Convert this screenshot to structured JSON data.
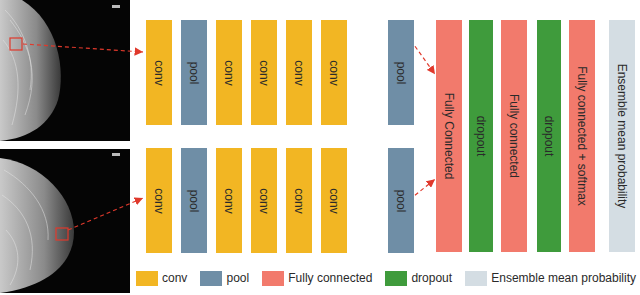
{
  "diagram": {
    "nodes": [
      {
        "text": [
          "conv"
        ]
      },
      {
        "text": [
          "pool"
        ]
      },
      {
        "text": [
          "conv"
        ]
      },
      {
        "text": [
          "conv"
        ]
      },
      {
        "text": [
          "conv"
        ]
      },
      {
        "text": [
          "conv"
        ]
      },
      {
        "text": [
          "pool"
        ]
      },
      {
        "text": [
          "conv"
        ]
      },
      {
        "text": [
          "pool"
        ]
      },
      {
        "text": [
          "conv"
        ]
      },
      {
        "text": [
          "conv"
        ]
      },
      {
        "text": [
          "conv"
        ]
      },
      {
        "text": [
          "conv"
        ]
      },
      {
        "text": [
          "pool"
        ]
      },
      {
        "text": [
          "Fully Connected"
        ]
      },
      {
        "text": [
          "dropout"
        ]
      },
      {
        "text": [
          "Fully connected"
        ]
      },
      {
        "text": [
          "dropout"
        ]
      },
      {
        "text": [
          "Fully connected + softmax"
        ]
      },
      {
        "text": [
          "Ensemble mean probability"
        ]
      }
    ],
    "edges": [
      {
        "from": 6,
        "to": 14,
        "arrow": "to"
      },
      {
        "from": 13,
        "to": 14,
        "arrow": "to"
      }
    ],
    "legend": [
      {
        "text": "conv",
        "color": "#f2b623"
      },
      {
        "text": "pool",
        "color": "#6f8ea6"
      },
      {
        "text": "Fully connected",
        "color": "#f27a6c"
      },
      {
        "text": "dropout",
        "color": "#3f9b3c"
      },
      {
        "text": "Ensemble mean probability",
        "color": "#d4dde3"
      }
    ]
  }
}
